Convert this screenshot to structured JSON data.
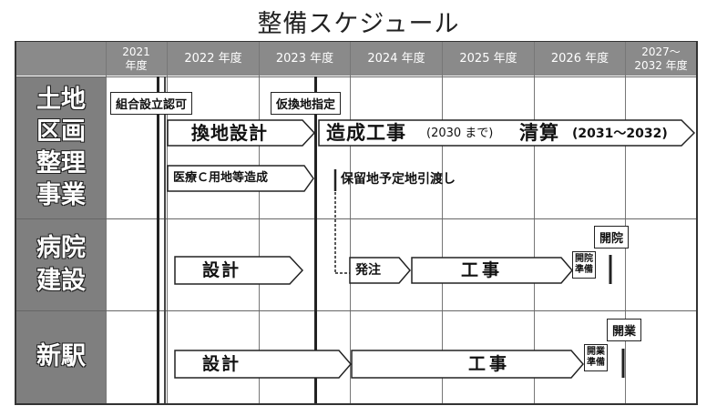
{
  "title": "整備スケジュール",
  "years": [
    "2021\n年度",
    "2022 年度",
    "2023 年度",
    "2024 年度",
    "2025 年度",
    "2026 年度",
    "2027～\n2032 年度"
  ],
  "rows": [
    {
      "label": "土地\n区画\n整理\n事業"
    },
    {
      "label": "病院\n建設"
    },
    {
      "label": "新駅"
    }
  ],
  "land": {
    "kumiai": "組合設立認可",
    "karikanchi": "仮換地指定",
    "kanchi": "換地設計",
    "zosei": "造成工事",
    "zosei_note": "(2030 まで)",
    "seisan": "清算",
    "seisan_note": "(2031～2032)",
    "iryo": "医療Ｃ用地等造成",
    "horyu": "保留地予定地引渡し"
  },
  "hospital": {
    "sekkei": "設計",
    "hatchu": "発注",
    "koji": "工事",
    "junbi": "開院\n準備",
    "open": "開院"
  },
  "station": {
    "sekkei": "設計",
    "koji": "工事",
    "junbi": "開業\n準備",
    "open": "開業"
  }
}
